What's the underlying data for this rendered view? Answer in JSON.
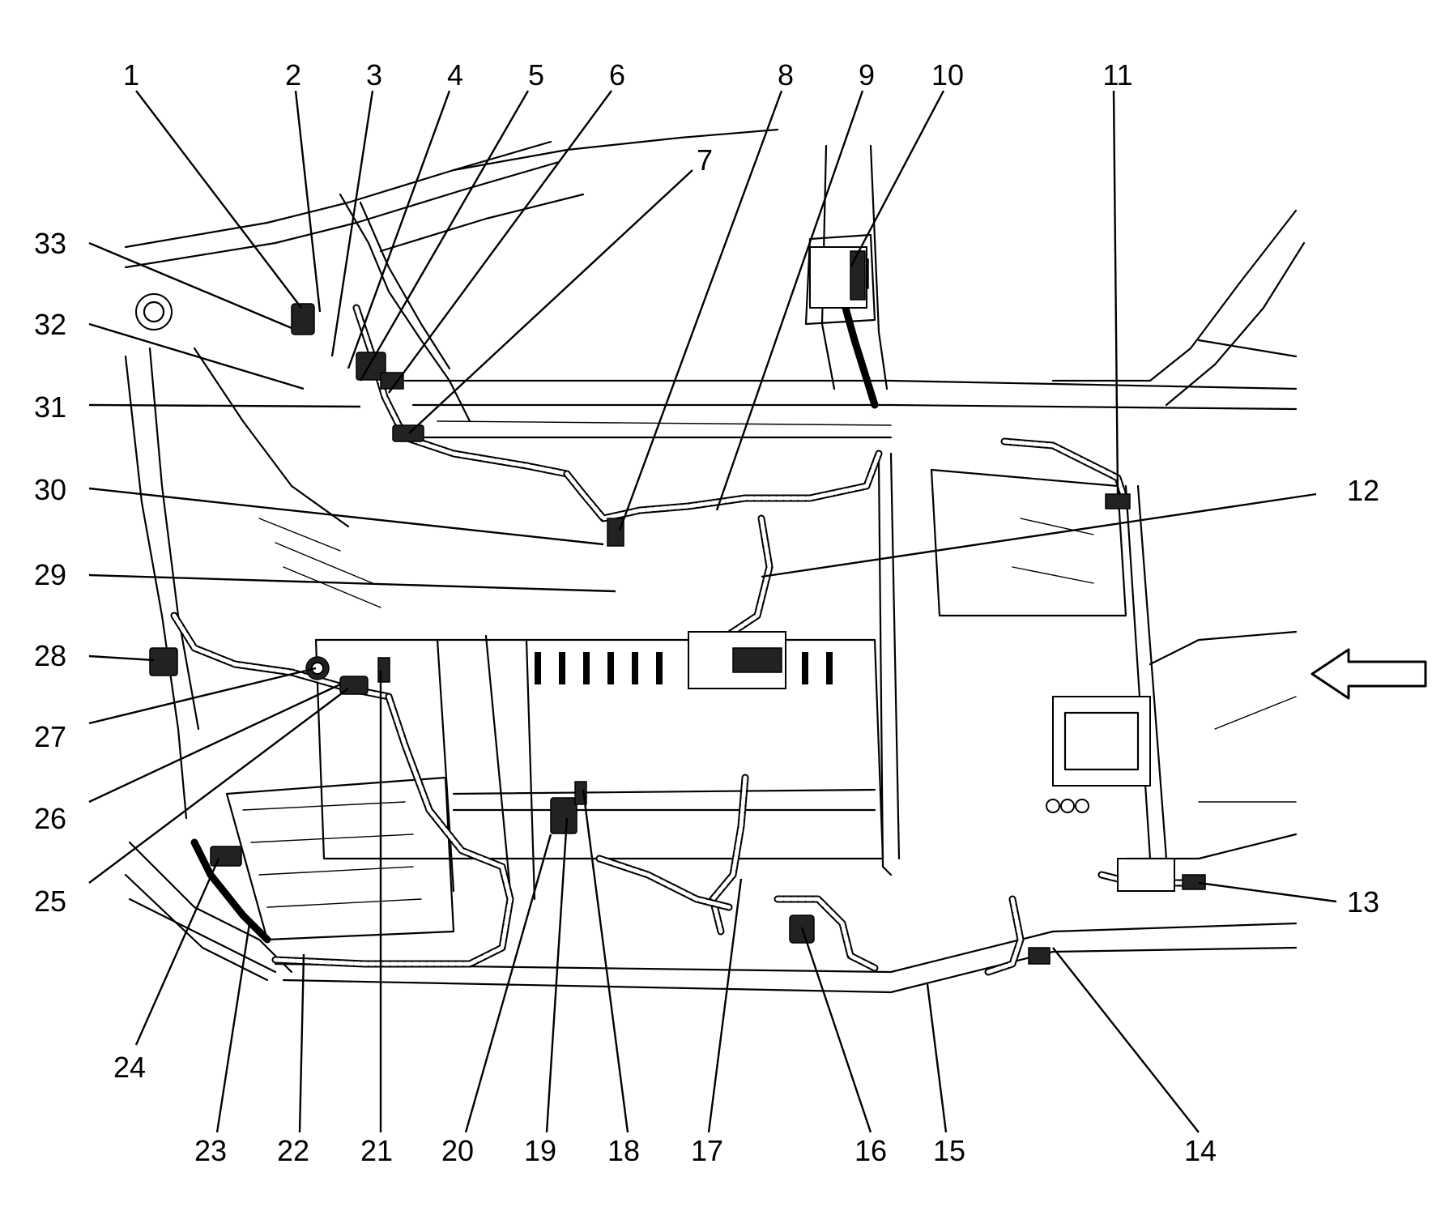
{
  "callouts": [
    {
      "label": "1"
    },
    {
      "label": "2"
    },
    {
      "label": "3"
    },
    {
      "label": "4"
    },
    {
      "label": "5"
    },
    {
      "label": "6"
    },
    {
      "label": "7"
    },
    {
      "label": "8"
    },
    {
      "label": "9"
    },
    {
      "label": "10"
    },
    {
      "label": "11"
    },
    {
      "label": "12"
    },
    {
      "label": "13"
    },
    {
      "label": "14"
    },
    {
      "label": "15"
    },
    {
      "label": "16"
    },
    {
      "label": "17"
    },
    {
      "label": "18"
    },
    {
      "label": "19"
    },
    {
      "label": "20"
    },
    {
      "label": "21"
    },
    {
      "label": "22"
    },
    {
      "label": "23"
    },
    {
      "label": "24"
    },
    {
      "label": "25"
    },
    {
      "label": "26"
    },
    {
      "label": "27"
    },
    {
      "label": "28"
    },
    {
      "label": "29"
    },
    {
      "label": "30"
    },
    {
      "label": "31"
    },
    {
      "label": "32"
    },
    {
      "label": "33"
    }
  ],
  "direction_arrow": {
    "icon": "left-arrow-icon",
    "points": "left"
  }
}
